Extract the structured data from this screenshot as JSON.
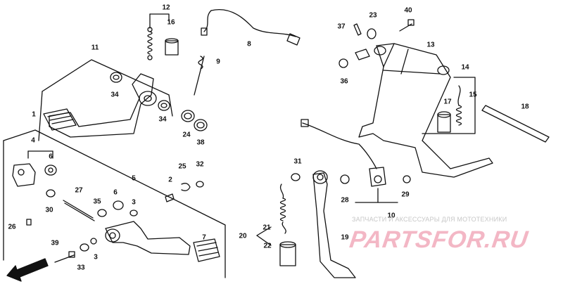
{
  "parts": [
    {
      "n": "1",
      "id": "callout-1"
    },
    {
      "n": "3",
      "id": "callout-3-a"
    },
    {
      "n": "3",
      "id": "callout-3-b"
    },
    {
      "n": "4",
      "id": "callout-4"
    },
    {
      "n": "5",
      "id": "callout-5"
    },
    {
      "n": "6",
      "id": "callout-6-a"
    },
    {
      "n": "6",
      "id": "callout-6-b"
    },
    {
      "n": "7",
      "id": "callout-7"
    },
    {
      "n": "8",
      "id": "callout-8"
    },
    {
      "n": "9",
      "id": "callout-9"
    },
    {
      "n": "10",
      "id": "callout-10"
    },
    {
      "n": "11",
      "id": "callout-11"
    },
    {
      "n": "12",
      "id": "callout-12"
    },
    {
      "n": "13",
      "id": "callout-13"
    },
    {
      "n": "14",
      "id": "callout-14"
    },
    {
      "n": "15",
      "id": "callout-15"
    },
    {
      "n": "16",
      "id": "callout-16"
    },
    {
      "n": "17",
      "id": "callout-17"
    },
    {
      "n": "18",
      "id": "callout-18"
    },
    {
      "n": "19",
      "id": "callout-19"
    },
    {
      "n": "20",
      "id": "callout-20"
    },
    {
      "n": "21",
      "id": "callout-21"
    },
    {
      "n": "22",
      "id": "callout-22"
    },
    {
      "n": "23",
      "id": "callout-23"
    },
    {
      "n": "24",
      "id": "callout-24"
    },
    {
      "n": "25",
      "id": "callout-25"
    },
    {
      "n": "26",
      "id": "callout-26"
    },
    {
      "n": "27",
      "id": "callout-27"
    },
    {
      "n": "28",
      "id": "callout-28"
    },
    {
      "n": "29",
      "id": "callout-29"
    },
    {
      "n": "30",
      "id": "callout-30"
    },
    {
      "n": "31",
      "id": "callout-31"
    },
    {
      "n": "32",
      "id": "callout-32"
    },
    {
      "n": "33",
      "id": "callout-33"
    },
    {
      "n": "34",
      "id": "callout-34-a"
    },
    {
      "n": "34",
      "id": "callout-34-b"
    },
    {
      "n": "35",
      "id": "callout-35"
    },
    {
      "n": "36",
      "id": "callout-36"
    },
    {
      "n": "37",
      "id": "callout-37"
    },
    {
      "n": "38",
      "id": "callout-38"
    },
    {
      "n": "39",
      "id": "callout-39"
    },
    {
      "n": "40",
      "id": "callout-40"
    },
    {
      "n": "2",
      "id": "callout-2"
    }
  ],
  "front_marker": "FR.",
  "watermark": {
    "caption": "ЗАПЧАСТИ И АКСЕССУАРЫ ДЛЯ МОТОТЕХНИКИ",
    "brand": "PARTSFOR.RU"
  }
}
